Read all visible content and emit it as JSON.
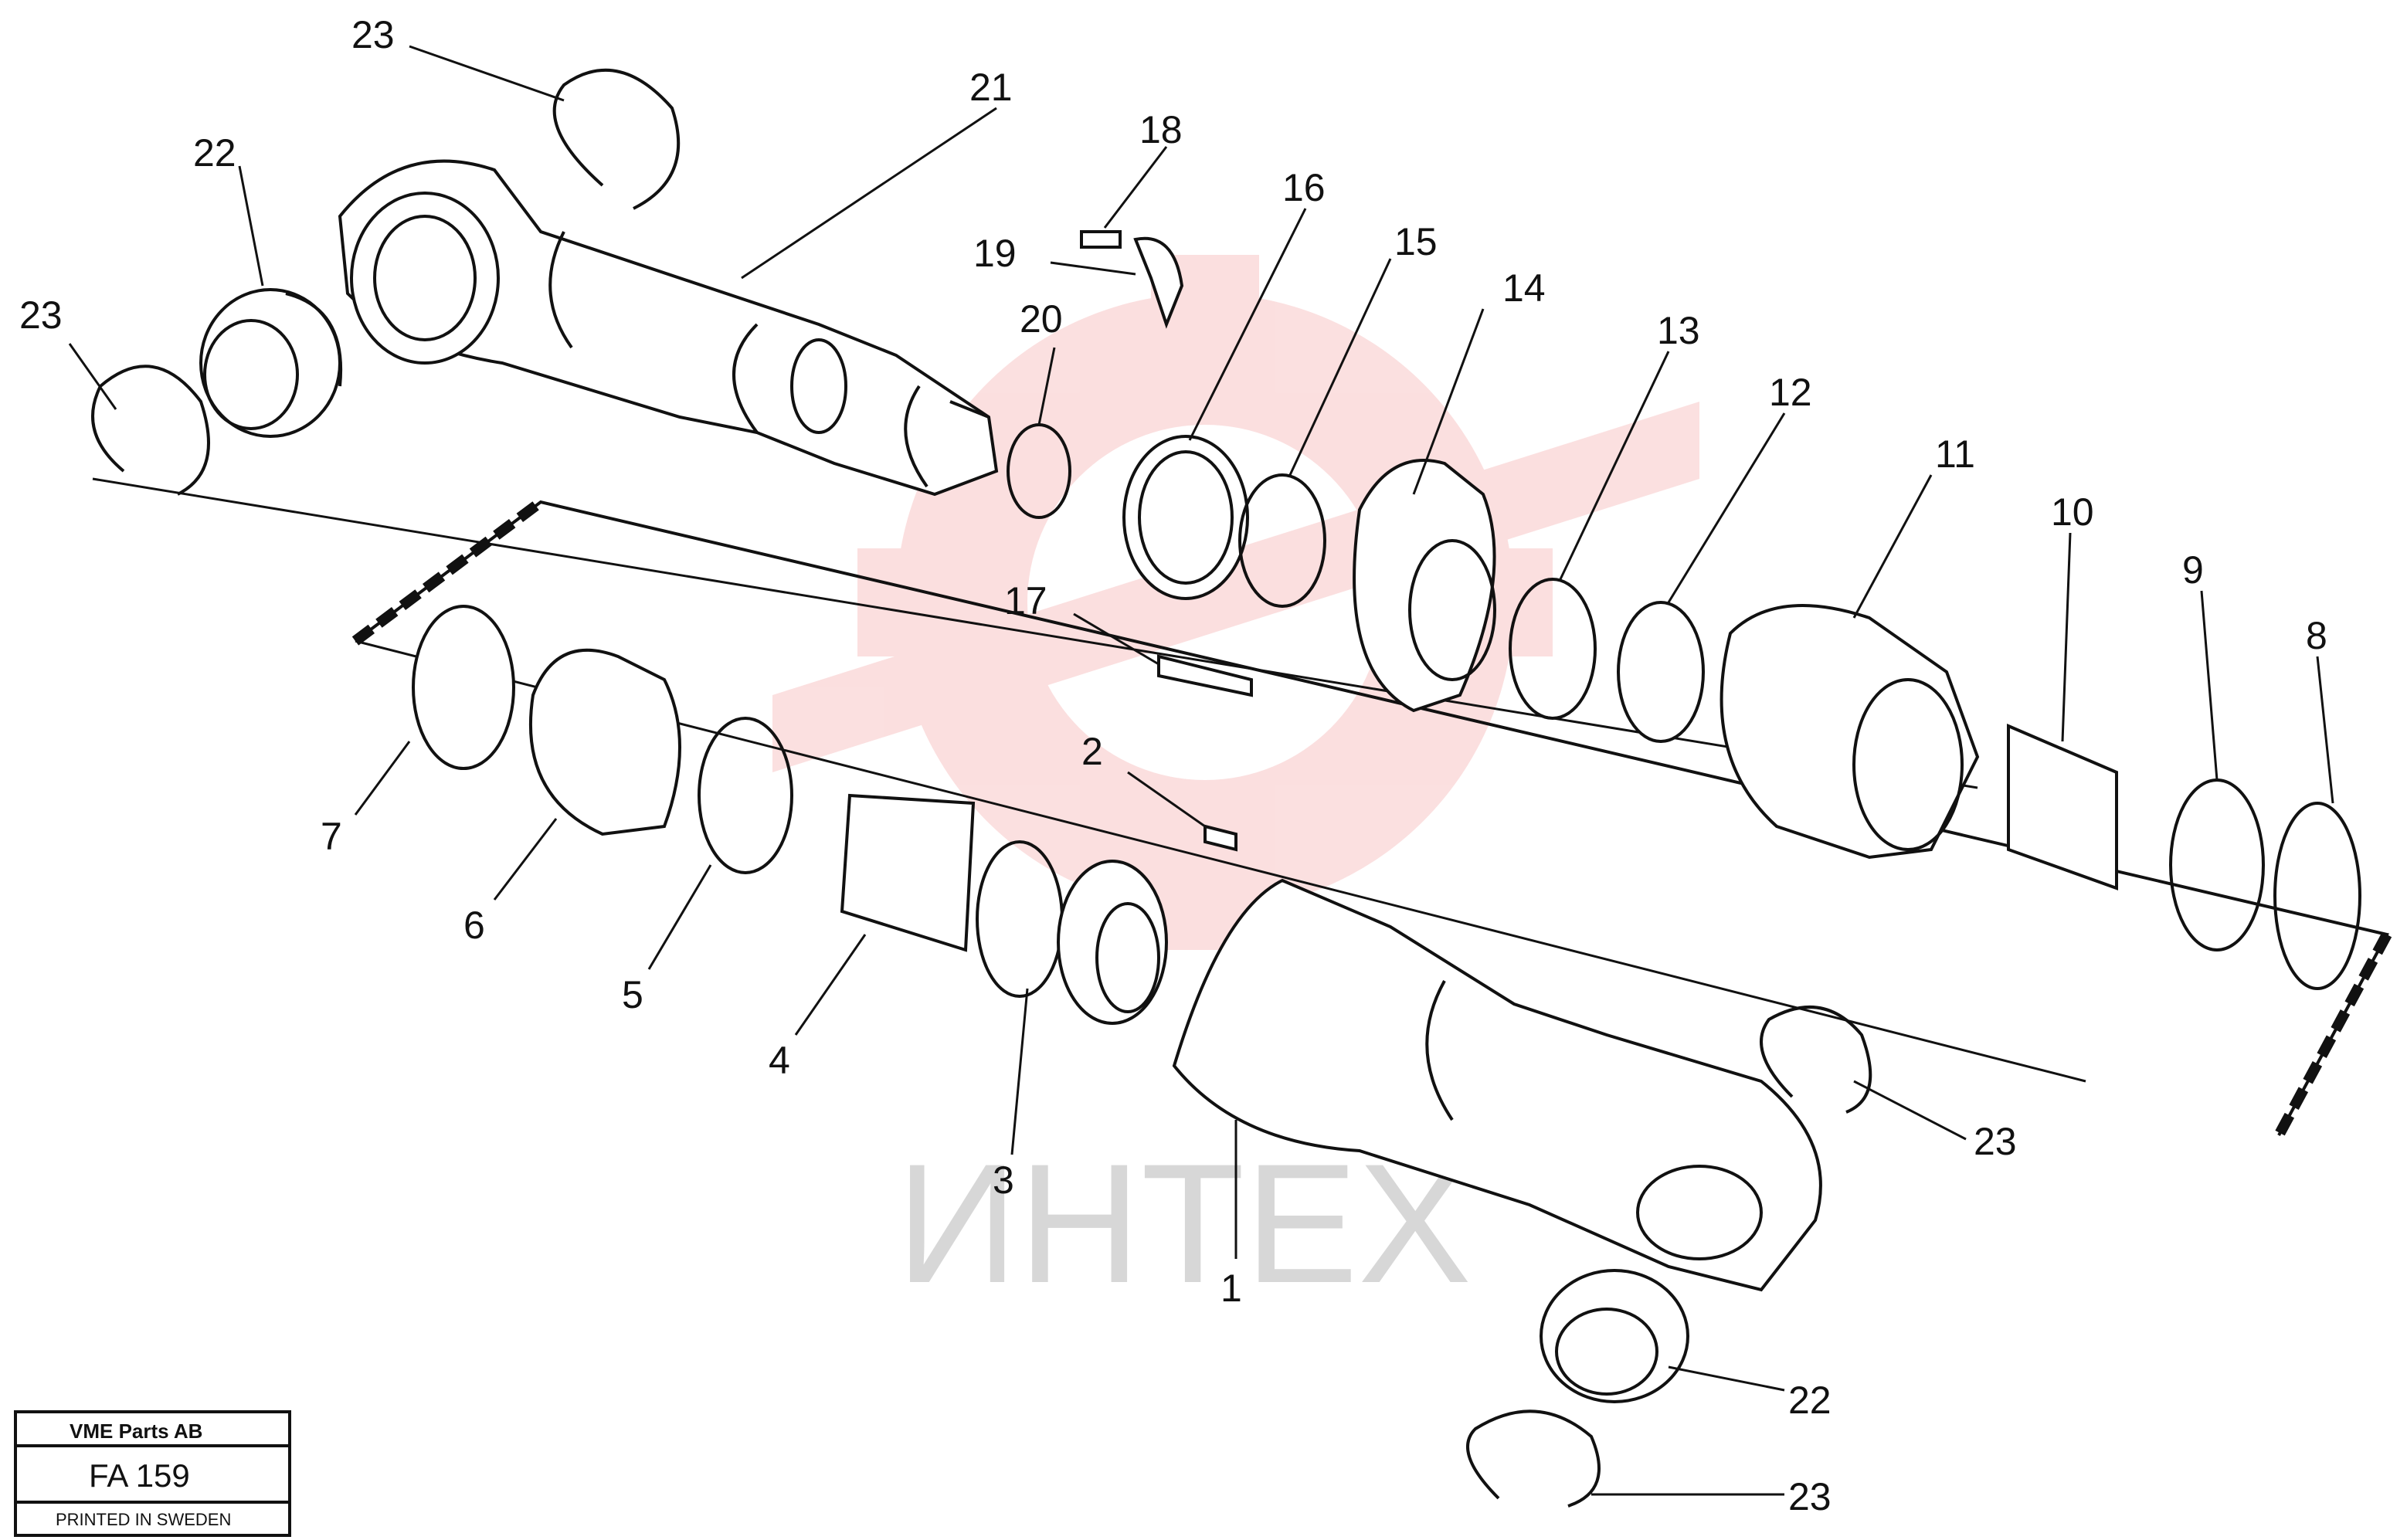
{
  "watermark": {
    "text": "ИНТЕХ",
    "color": "#f4a6a6"
  },
  "title_block": {
    "company": "VME Parts AB",
    "code": "FA 159",
    "printed": "PRINTED IN SWEDEN"
  },
  "callouts": {
    "n1": "1",
    "n2": "2",
    "n3": "3",
    "n4": "4",
    "n5": "5",
    "n6": "6",
    "n7": "7",
    "n8": "8",
    "n9": "9",
    "n10": "10",
    "n11": "11",
    "n12": "12",
    "n13": "13",
    "n14": "14",
    "n15": "15",
    "n16": "16",
    "n17": "17",
    "n18": "18",
    "n19": "19",
    "n20": "20",
    "n21": "21",
    "n22a": "22",
    "n22b": "22",
    "n23a": "23",
    "n23b": "23",
    "n23c": "23",
    "n23d": "23"
  }
}
